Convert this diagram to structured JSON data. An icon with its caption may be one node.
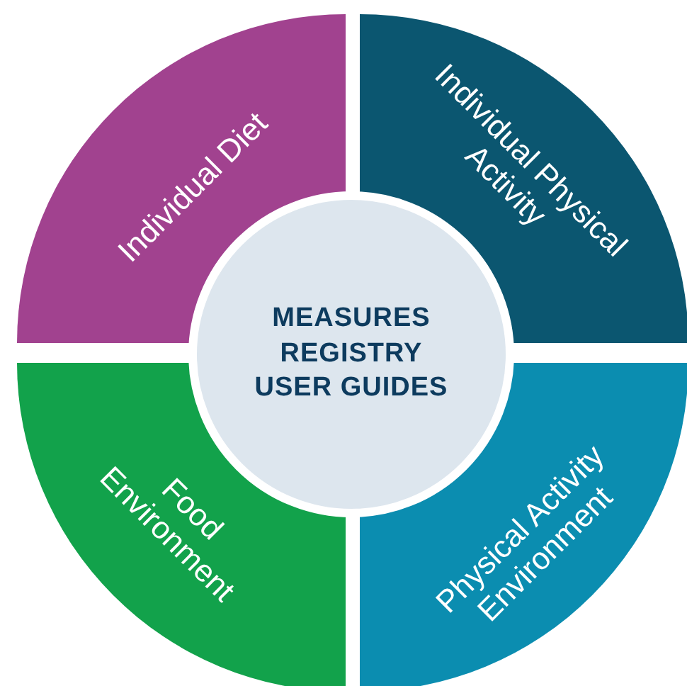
{
  "diagram": {
    "nodes": [
      {
        "text": [
          "MEASURES REGISTRY USER GUIDES"
        ]
      },
      {
        "text": [
          "Individual Diet"
        ]
      },
      {
        "text": [
          "Individual Physical Activity"
        ]
      },
      {
        "text": [
          "Food Environment"
        ]
      },
      {
        "text": [
          "Physical Activity Environment"
        ]
      }
    ]
  }
}
